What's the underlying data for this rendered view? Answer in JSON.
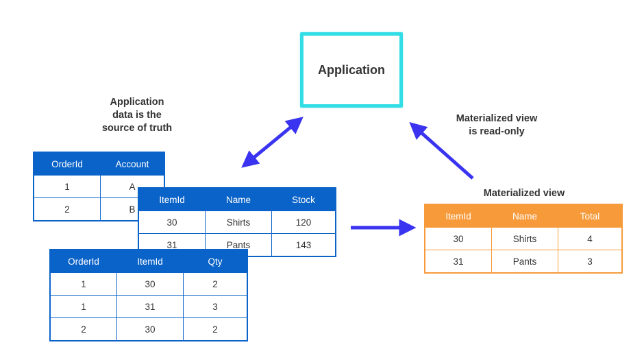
{
  "application": {
    "label": "Application"
  },
  "captions": {
    "source_of_truth": [
      "Application",
      "data is the",
      "source of truth"
    ],
    "read_only": [
      "Materialized view",
      "is read-only"
    ],
    "materialized_view_title": "Materialized view"
  },
  "colors": {
    "blue": "#0a63c8",
    "orange": "#f79a3a",
    "cyan": "#33dde6",
    "arrow": "#3a34f0"
  },
  "orders_table": {
    "headers": [
      "OrderId",
      "Account"
    ],
    "rows": [
      [
        "1",
        "A"
      ],
      [
        "2",
        "B"
      ]
    ]
  },
  "items_table": {
    "headers": [
      "ItemId",
      "Name",
      "Stock"
    ],
    "rows": [
      [
        "30",
        "Shirts",
        "120"
      ],
      [
        "31",
        "Pants",
        "143"
      ]
    ]
  },
  "order_items_table": {
    "headers": [
      "OrderId",
      "ItemId",
      "Qty"
    ],
    "rows": [
      [
        "1",
        "30",
        "2"
      ],
      [
        "1",
        "31",
        "3"
      ],
      [
        "2",
        "30",
        "2"
      ]
    ]
  },
  "materialized_table": {
    "headers": [
      "ItemId",
      "Name",
      "Total"
    ],
    "rows": [
      [
        "30",
        "Shirts",
        "4"
      ],
      [
        "31",
        "Pants",
        "3"
      ]
    ]
  }
}
